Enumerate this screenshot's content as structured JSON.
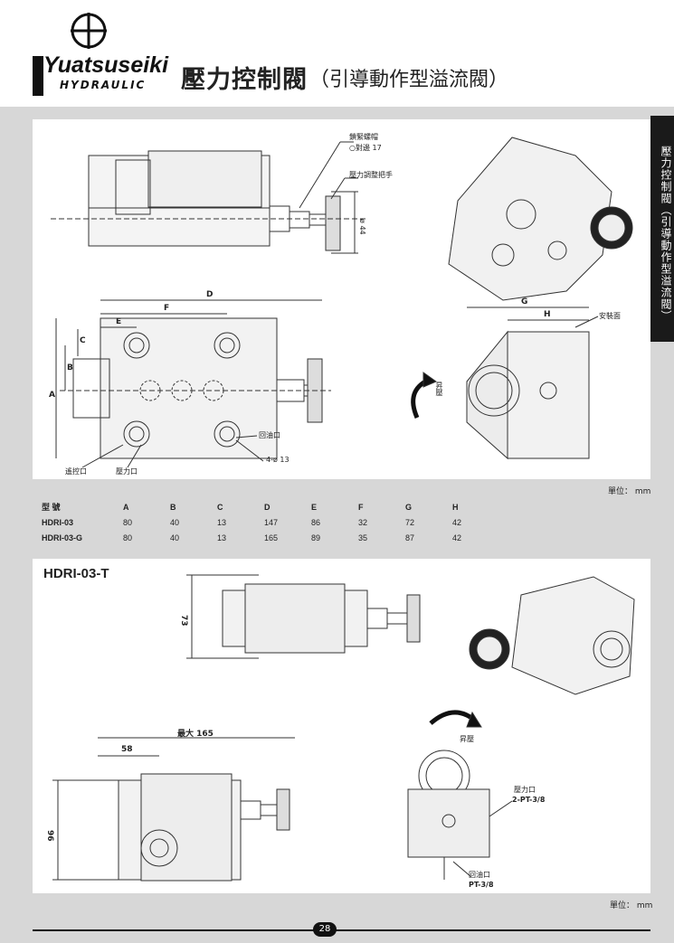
{
  "header": {
    "brand": "Yuatsuseiki",
    "brand_sub": "HYDRAULIC",
    "title": "壓力控制閥",
    "subtitle": "（引導動作型溢流閥）"
  },
  "sidebar": {
    "text": "壓力控制閥（引導動作型溢流閥）"
  },
  "top_drawing": {
    "labels": {
      "lock_nut": "鎖緊螺帽",
      "across_flats": "○對邊 17",
      "adjust_handle": "壓力調整把手",
      "dia44": "ø 44",
      "D": "D",
      "F": "F",
      "E": "E",
      "C": "C",
      "B": "B",
      "A": "A",
      "G": "G",
      "H": "H",
      "mount_face": "安裝面",
      "rise_pressure": "昇壓",
      "return_port": "回油口",
      "holes": "4-ø 13",
      "remote_port": "遙控口",
      "pressure_port": "壓力口"
    },
    "unit": "單位： mm"
  },
  "spec_table": {
    "headers": [
      "型  號",
      "A",
      "B",
      "C",
      "D",
      "E",
      "F",
      "G",
      "H"
    ],
    "rows": [
      [
        "HDRI-03",
        "80",
        "40",
        "13",
        "147",
        "86",
        "32",
        "72",
        "42"
      ],
      [
        "HDRI-03-G",
        "80",
        "40",
        "13",
        "165",
        "89",
        "35",
        "87",
        "42"
      ]
    ]
  },
  "bottom_drawing": {
    "model": "HDRI-03-T",
    "labels": {
      "h73": "73",
      "max165": "最大 165",
      "w58": "58",
      "h96": "96",
      "rise_pressure": "昇壓",
      "pressure_port": "壓力口",
      "pressure_port_thread": "2-PT-3/8",
      "return_port": "回油口",
      "return_port_thread": "PT-3/8"
    },
    "unit": "單位： mm"
  },
  "footer": {
    "page": "28"
  }
}
